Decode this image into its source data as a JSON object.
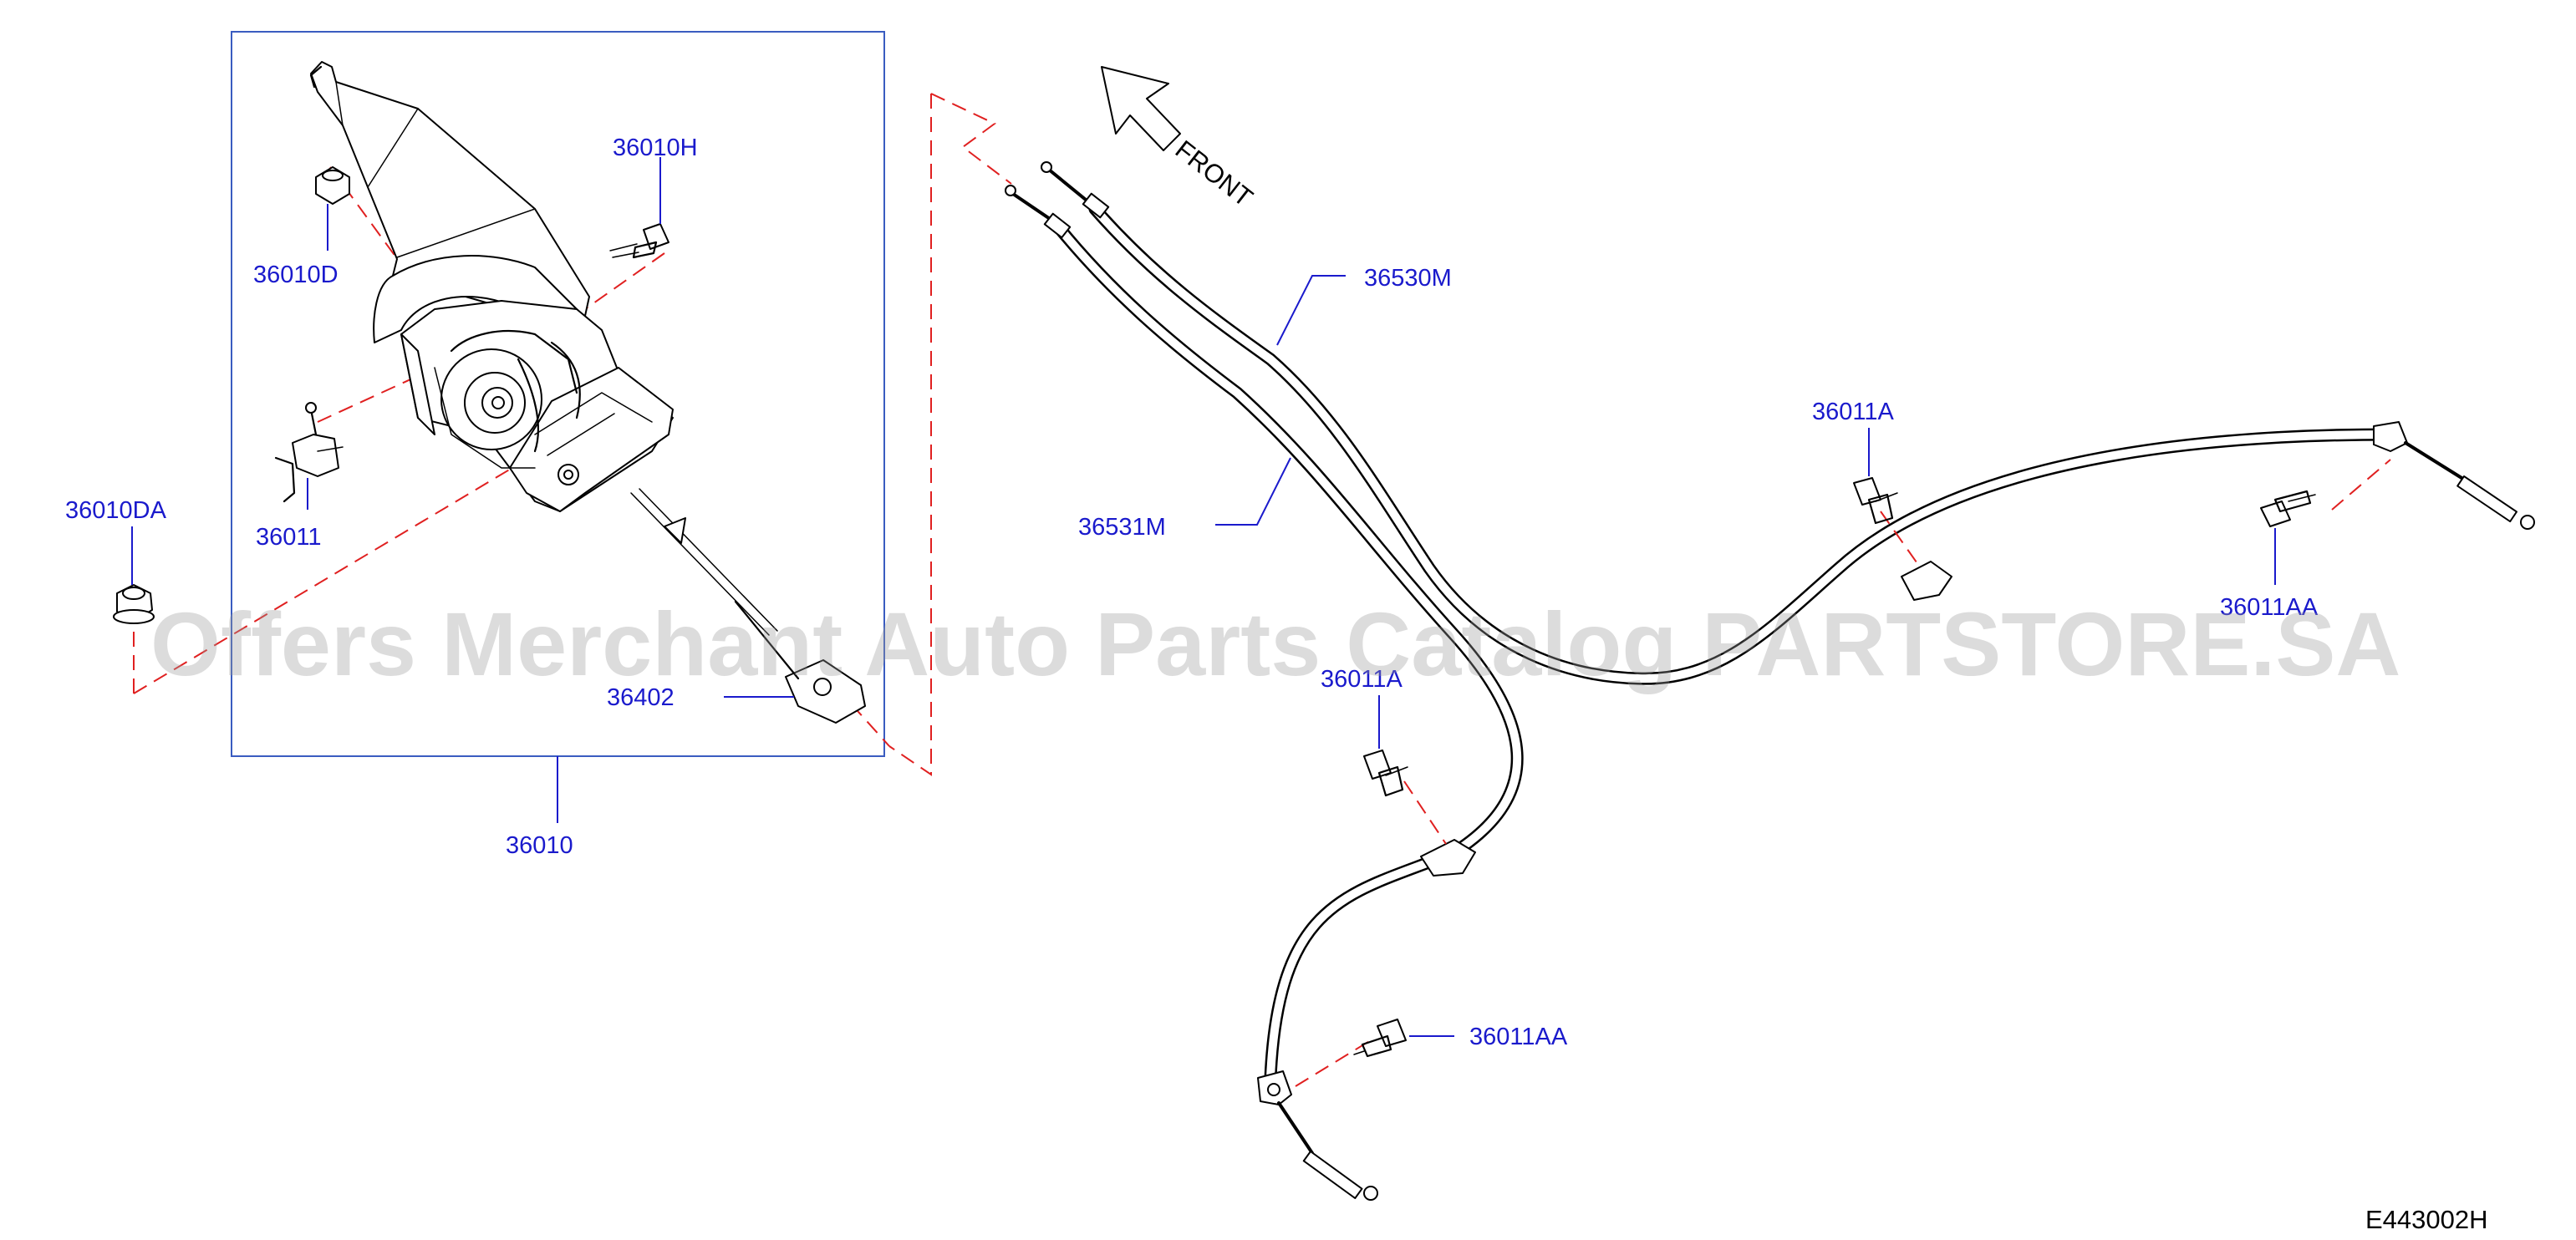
{
  "diagram": {
    "code": "E443002H",
    "front_label": "FRONT",
    "watermark": "Offers Merchant Auto Parts Catalog PARTSTORE.SA",
    "label_color": "#1a1acc",
    "dash_color": "#e02020",
    "frame_color": "#3a5cc0"
  },
  "parts": {
    "p36010": "36010",
    "p36010H": "36010H",
    "p36010D": "36010D",
    "p36010DA": "36010DA",
    "p36011": "36011",
    "p36402": "36402",
    "p36530M": "36530M",
    "p36531M": "36531M",
    "p36011A_right": "36011A",
    "p36011AA_right": "36011AA",
    "p36011A_center": "36011A",
    "p36011AA_bottom": "36011AA"
  },
  "icons": {
    "front_arrow": "front-arrow-icon",
    "hand_lever": "parking-brake-lever-icon",
    "bolt": "bolt-icon",
    "nut": "nut-icon",
    "clip": "clip-icon"
  }
}
